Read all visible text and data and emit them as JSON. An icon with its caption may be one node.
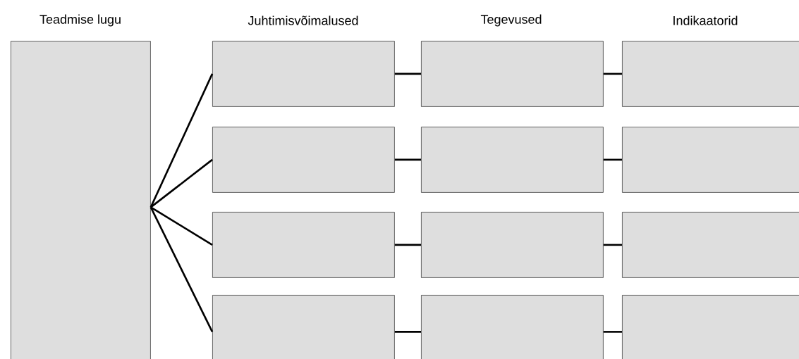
{
  "diagram": {
    "nodes": [
      {
        "text": [],
        "shape": "box"
      },
      {
        "text": [],
        "shape": "box"
      },
      {
        "text": [],
        "shape": "box"
      },
      {
        "text": [],
        "shape": "box"
      },
      {
        "text": [],
        "shape": "box"
      },
      {
        "text": [],
        "shape": "box"
      },
      {
        "text": [],
        "shape": "box"
      },
      {
        "text": [],
        "shape": "box"
      },
      {
        "text": [],
        "shape": "box"
      },
      {
        "text": [],
        "shape": "box"
      },
      {
        "text": [],
        "shape": "box"
      },
      {
        "text": [],
        "shape": "box"
      },
      {
        "text": [],
        "shape": "box"
      }
    ],
    "edges": [
      {
        "from": 0,
        "to": 1,
        "arrow": "none"
      },
      {
        "from": 0,
        "to": 2,
        "arrow": "none"
      },
      {
        "from": 0,
        "to": 3,
        "arrow": "none"
      },
      {
        "from": 0,
        "to": 4,
        "arrow": "none"
      },
      {
        "from": 1,
        "to": 5,
        "arrow": "none"
      },
      {
        "from": 2,
        "to": 6,
        "arrow": "none"
      },
      {
        "from": 3,
        "to": 7,
        "arrow": "none"
      },
      {
        "from": 4,
        "to": 8,
        "arrow": "none"
      },
      {
        "from": 5,
        "to": 9,
        "arrow": "none"
      },
      {
        "from": 6,
        "to": 10,
        "arrow": "none"
      },
      {
        "from": 7,
        "to": 11,
        "arrow": "none"
      },
      {
        "from": 8,
        "to": 12,
        "arrow": "none"
      }
    ],
    "labels": [
      "Teadmise lugu",
      "Juhtimisvõimalused",
      "Tegevused",
      "Indikaatorid"
    ]
  }
}
